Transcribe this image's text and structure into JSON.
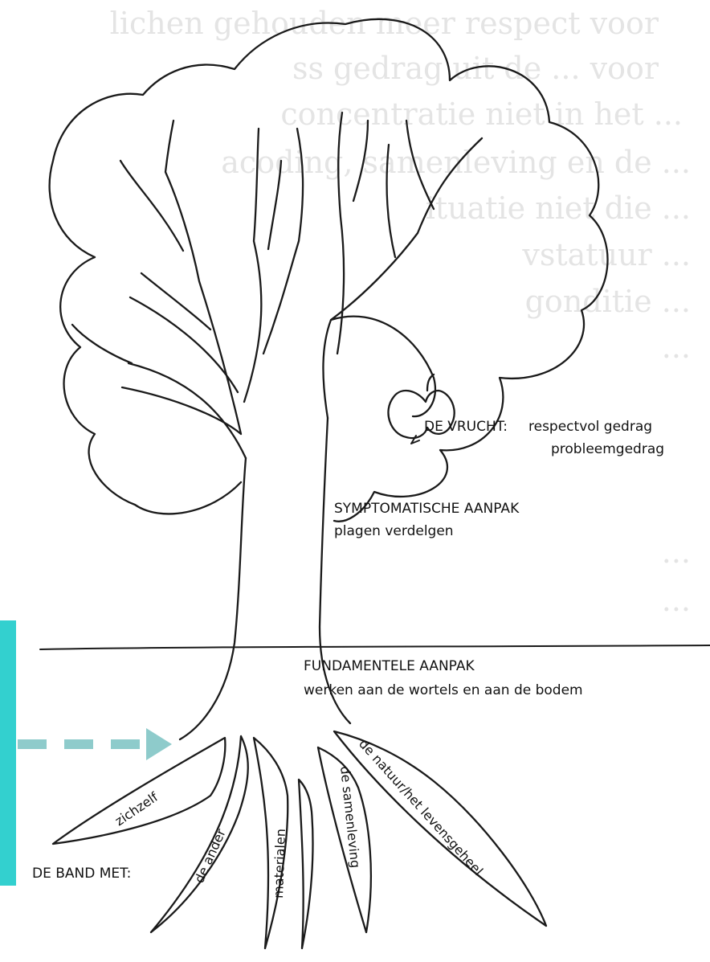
{
  "background_text": {
    "lines": [
      "lichen gehouden meer respect voor",
      "ss gedrag uit de ... voor",
      "concentratie niet in het ...",
      "acoding, samenleving en de ...",
      "ituatie niet die ...",
      "vstatuur ...",
      "gonditie ...",
      "...",
      "...",
      "..."
    ]
  },
  "labels": {
    "fruit_title": "DE VRUCHT:",
    "fruit_line1": "respectvol gedrag",
    "fruit_line2": "probleemgedrag",
    "symptom_title": "SYMPTOMATISCHE AANPAK",
    "symptom_sub": "plagen verdelgen",
    "fundament_title": "FUNDAMENTELE AANPAK",
    "fundament_sub": "werken aan de wortels en aan de bodem",
    "band_met": "DE BAND MET:"
  },
  "roots": [
    "zichzelf",
    "de ander",
    "materialen",
    "de samenleving",
    "de natuur/het levensgeheel"
  ],
  "colors": {
    "accent_bar": "#33d0cf",
    "arrow": "#8ecbcb",
    "ink": "#1a1a1a",
    "ghost_text": "#cfcfcf"
  },
  "icons": {
    "arrow": "dashed-right-arrow-icon"
  }
}
